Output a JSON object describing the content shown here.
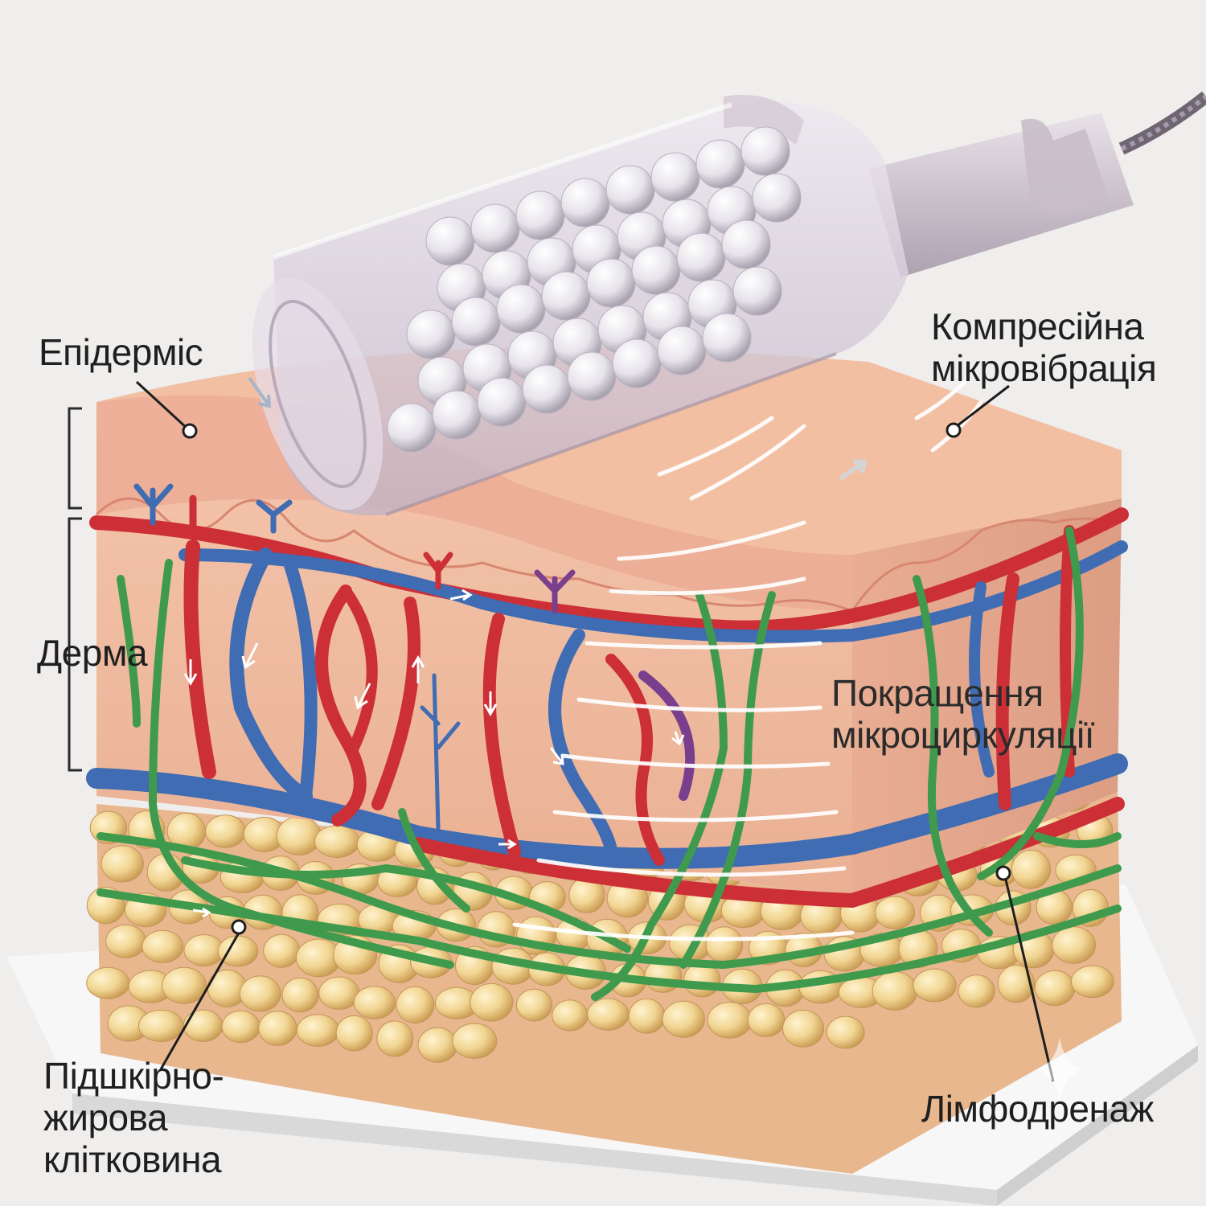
{
  "labels": {
    "epidermis": "Епідерміс",
    "dermis": "Дерма",
    "compression_line1": "Компресійна",
    "compression_line2": "мікровібрація",
    "microcirculation_line1": "Покращення",
    "microcirculation_line2": "мікроциркуляції",
    "subcutaneous_line1": "Підшкірно-",
    "subcutaneous_line2": "жирова",
    "subcutaneous_line3": "клітковина",
    "lymph": "Лімфодренаж"
  },
  "colors": {
    "background": "#efeeec",
    "skin": "#f2c0a5",
    "epidermis": "#efb49d",
    "fat": "#f0d89a",
    "artery": "#cc2f36",
    "vein": "#3f6cb2",
    "lymph": "#3f9a4e",
    "device": "#d9cfdb"
  }
}
